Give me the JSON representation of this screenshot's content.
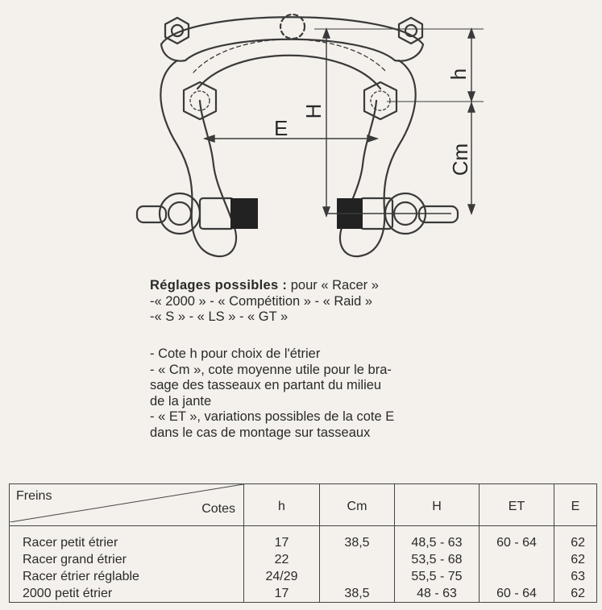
{
  "diagram": {
    "labels": {
      "h": "h",
      "H": "H",
      "E": "E",
      "Cm": "Cm"
    }
  },
  "text": {
    "heading": "Réglages possibles :",
    "intro_lines": [
      "pour « Racer »",
      "-« 2000 » - « Compétition » - « Raid »",
      "-« S » - « LS » - « GT »"
    ],
    "notes": [
      "- Cote h pour choix de l'étrier",
      "- « Cm », cote moyenne utile pour le bra-",
      "sage des tasseaux en partant du milieu",
      "de la jante",
      "- « ET », variations possibles de la cote E",
      "dans le cas de montage sur tasseaux"
    ]
  },
  "table": {
    "corner_top": "Freins",
    "corner_bottom": "Cotes",
    "columns": [
      "h",
      "Cm",
      "H",
      "ET",
      "E"
    ],
    "rows": [
      {
        "name": "Racer petit étrier",
        "h": "17",
        "Cm": "38,5",
        "H": "48,5 - 63",
        "ET": "60 - 64",
        "E": "62"
      },
      {
        "name": "Racer grand étrier",
        "h": "22",
        "Cm": "",
        "H": "53,5 - 68",
        "ET": "",
        "E": "62"
      },
      {
        "name": "Racer étrier réglable",
        "h": "24/29",
        "Cm": "",
        "H": "55,5 - 75",
        "ET": "",
        "E": "63"
      },
      {
        "name": "2000 petit étrier",
        "h": "17",
        "Cm": "38,5",
        "H": "48 - 63",
        "ET": "60 - 64",
        "E": "62"
      }
    ]
  }
}
